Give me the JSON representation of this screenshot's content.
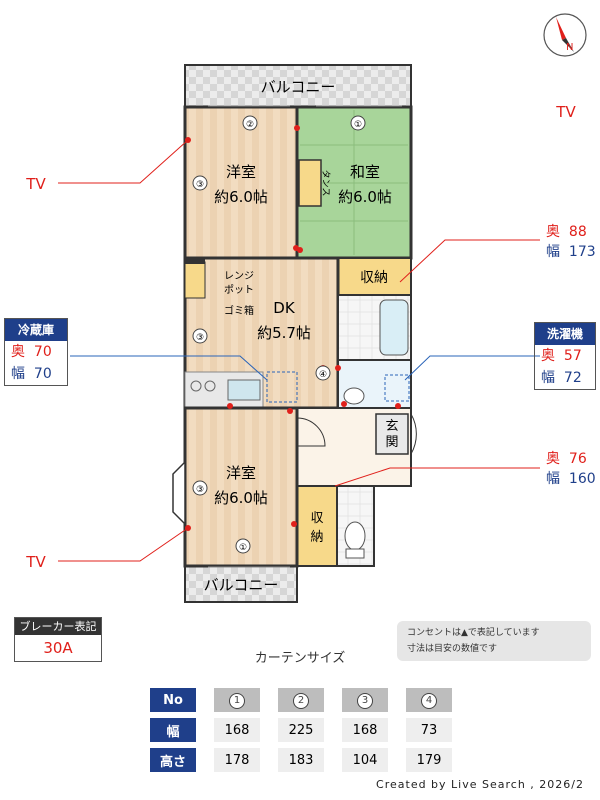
{
  "compass": {
    "label": "N"
  },
  "floorplan": {
    "balcony_top": "バルコニー",
    "balcony_bottom": "バルコニー",
    "room_western_top": {
      "name": "洋室",
      "size": "約6.0帖"
    },
    "room_japanese": {
      "name": "和室",
      "size": "約6.0帖"
    },
    "room_dk": {
      "name": "DK",
      "size": "約5.7帖"
    },
    "room_western_bottom": {
      "name": "洋室",
      "size": "約6.0帖"
    },
    "tansu": "タンス",
    "storage_1": "収納",
    "storage_2": "収納",
    "entrance": "玄関",
    "range_pot": [
      "レンジ",
      "ポット"
    ],
    "trash": "ゴミ箱",
    "window_markers": [
      "①",
      "②",
      "③",
      "④"
    ]
  },
  "tv_labels": [
    "TV",
    "TV",
    "TV"
  ],
  "annotations": {
    "closet_top": {
      "depth_label": "奥",
      "depth": "88",
      "width_label": "幅",
      "width": "173"
    },
    "closet_bottom": {
      "depth_label": "奥",
      "depth": "76",
      "width_label": "幅",
      "width": "160"
    },
    "fridge": {
      "title": "冷蔵庫",
      "depth_label": "奥",
      "depth": "70",
      "width_label": "幅",
      "width": "70"
    },
    "washer": {
      "title": "洗濯機",
      "depth_label": "奥",
      "depth": "57",
      "width_label": "幅",
      "width": "72"
    }
  },
  "breaker": {
    "title": "ブレーカー表記",
    "value": "30A"
  },
  "note": {
    "line1": "コンセントは▲で表記しています",
    "line2": "寸法は目安の数値です"
  },
  "curtain": {
    "title": "カーテンサイズ",
    "header_no": "No",
    "header_width": "幅",
    "header_height": "高さ",
    "numbers": [
      "1",
      "2",
      "3",
      "4"
    ],
    "widths": [
      "168",
      "225",
      "168",
      "73"
    ],
    "heights": [
      "178",
      "183",
      "104",
      "179"
    ]
  },
  "credit": "Created by Live Search , 2026/2",
  "colors": {
    "accent_blue": "#1f3f8a",
    "accent_red": "#e0201b",
    "wood": "#f0d8bb",
    "tatami": "#a9d69b",
    "storage": "#f7d98a"
  }
}
